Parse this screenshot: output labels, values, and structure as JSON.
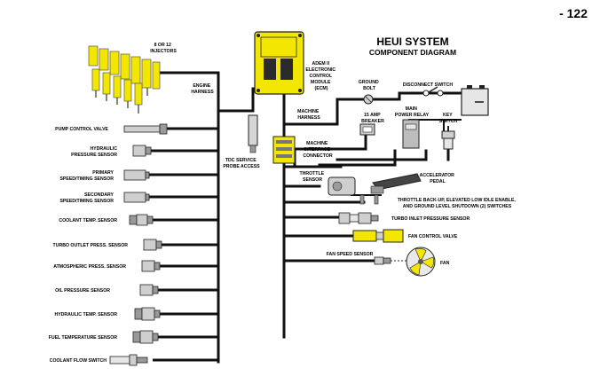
{
  "page_number": "- 122",
  "title": "HEUI SYSTEM",
  "subtitle": "COMPONENT DIAGRAM",
  "colors": {
    "ecm": "#f3e600",
    "wire": "#111111",
    "part": "#c8c8c8"
  },
  "labels": {
    "injectors": [
      "8 OR 12",
      "INJECTORS"
    ],
    "engine_harness": [
      "ENGINE",
      "HARNESS"
    ],
    "ecm": [
      "ADEM II",
      "ELECTRONIC",
      "CONTROL",
      "MODULE",
      "(ECM)"
    ],
    "ground_bolt": [
      "GROUND",
      "BOLT"
    ],
    "disconnect_switch": "DISCONNECT SWITCH",
    "machine_harness": [
      "MACHINE",
      "HARNESS"
    ],
    "breaker": [
      "15 AMP",
      "BREAKER"
    ],
    "main_relay": [
      "MAIN",
      "POWER RELAY"
    ],
    "key_switch": [
      "KEY",
      "SWITCH"
    ],
    "machine_interface": [
      "MACHINE",
      "INTERFACE",
      "CONNECTOR"
    ],
    "tdc": [
      "TDC SERVICE",
      "PROBE ACCESS"
    ],
    "throttle_sensor": [
      "THROTTLE",
      "SENSOR"
    ],
    "accelerator": [
      "ACCELERATOR",
      "PEDAL"
    ],
    "throttle_switches": [
      "THROTTLE BACK-UP, ELEVATED LOW IDLE ENABLE,",
      "AND GROUND LEVEL SHUTDOWN (2) SWITCHES"
    ],
    "turbo_inlet": "TURBO INLET PRESSURE SENSOR",
    "fan_control": "FAN CONTROL VALVE",
    "fan_speed": "FAN SPEED SENSOR",
    "fan": "FAN"
  },
  "left_sensors": [
    {
      "label": [
        "PUMP CONTROL VALVE"
      ]
    },
    {
      "label": [
        "HYDRAULIC",
        "PRESSURE SENSOR"
      ]
    },
    {
      "label": [
        "PRIMARY",
        "SPEED/TIMING SENSOR"
      ]
    },
    {
      "label": [
        "SECONDARY",
        "SPEED/TIMING SENSOR"
      ]
    },
    {
      "label": [
        "COOLANT TEMP. SENSOR"
      ]
    },
    {
      "label": [
        "TURBO  OUTLET PRESS. SENSOR"
      ]
    },
    {
      "label": [
        "ATMOSPHERIC PRESS. SENSOR"
      ]
    },
    {
      "label": [
        "OIL PRESSURE SENSOR"
      ]
    },
    {
      "label": [
        "HYDRAULIC TEMP. SENSOR"
      ]
    },
    {
      "label": [
        "FUEL TEMPERATURE SENSOR"
      ]
    },
    {
      "label": [
        "COOLANT FLOW SWITCH"
      ]
    }
  ]
}
